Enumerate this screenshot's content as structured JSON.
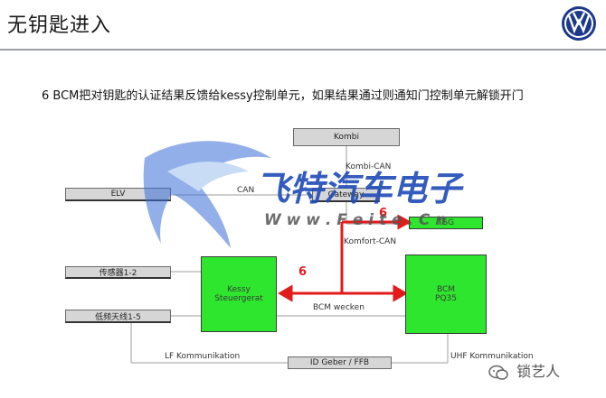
{
  "title": "无钥匙进入",
  "subtitle": "6 BCM把对钥匙的认证结果反馈给kessy控制单元，如果结果通过则通知门控制单元解锁开门",
  "boxes": {
    "kombi": "Kombi",
    "gateway": "Gateway",
    "elv": "ELV",
    "sensor": "传感器1-2",
    "antenna": "低频天线1-5",
    "id_geber": "ID Geber / FFB",
    "small_green": "TSG"
  },
  "green": {
    "kessy_line1": "Kessy",
    "kessy_line2": "Steuergerat",
    "bcm_line1": "BCM",
    "bcm_line2": "PQ35"
  },
  "labels": {
    "kombi_can": "Kombi-CAN",
    "can": "CAN",
    "komfort_can": "Komfort-CAN",
    "bcm_wecken": "BCM wecken",
    "lf_kommunikation": "LF Kommunikation",
    "uhf_kommunikation": "UHF Kommunikation",
    "step_top": "6",
    "step_mid": "6"
  },
  "watermark": {
    "brand": "飞特汽车电子",
    "url": "W w w . F e i t e . C n"
  },
  "footer": {
    "text": "锁艺人",
    "icon": "wechat-icon"
  },
  "colors": {
    "green": "#2ee62e",
    "red": "#e21b1b",
    "watermark_blue": "#1f4bb8"
  }
}
